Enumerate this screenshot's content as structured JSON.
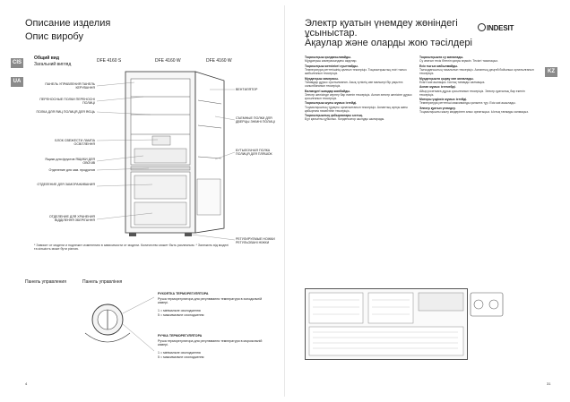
{
  "left": {
    "title_line1": "Описание изделия",
    "title_line2": "Опис виробу",
    "tabs": [
      {
        "label": "CIS",
        "color": "#8a8a8a"
      },
      {
        "label": "UA",
        "color": "#8a8a8a"
      }
    ],
    "overview_ru": "Общий вид",
    "overview_ua": "Загальний вигляд",
    "models": [
      "DFE 4160 S",
      "DFE 4160 W",
      "DFE 4160 W"
    ],
    "left_labels": [
      "ПАНЕЛЬ УПРАВЛЕНИЯ ПАНЕЛЬ КЕРУВАННЯ",
      "ПЕРЕНОСНЫЕ ПОЛКИ ПЕРЕНОСНІ ПОЛИЦІ",
      "ПОЛКА ДЛЯ ЯИЦ ПОЛИЦЯ ДЛЯ ЯЄЦЬ",
      "БЛОК СВЕЖЕСТИ ЛАМПА ОСВІТЛЕННЯ",
      "Ящики для фруктов ЯЩИКИ ДЛЯ ОВОЧІВ",
      "Отделение для зам. продуктов",
      "ОТДЕЛЕНИЕ ДЛЯ ЗАМОРАЖИВАНИЯ",
      "ОТДЕЛЕНИЕ ДЛЯ ХРАНЕНИЯ ВІДДІЛЕННЯ ЗБЕРІГАННЯ"
    ],
    "right_labels": [
      "ВЕНТИЛЯТОР",
      "СЪЕМНЫЕ ПОЛКИ ДЛЯ ДВЕРЦЫ ЗНІМНІ ПОЛИЦІ",
      "БУТЫЛОЧНАЯ ПОЛКА ПОЛИЦЯ ДЛЯ ПЛЯШОК",
      "РЕГУЛИРУЕМЫЕ НОЖКИ РЕГУЛЬОВАНІ НІЖКИ"
    ],
    "note": "* Зависит от модели и подлежит изменению в зависимости от модели. Количество может быть различным.  * Залежить від моделі та кількість може бути різною.",
    "control_panel_ru": "Панель управления",
    "control_panel_ua": "Панель управління",
    "knob1_title": "РУКОЯТКА ТЕРМОРЕГУЛЯТОРА",
    "knob1_text": "Ручка терморегулятора для регулювання температури в холодильній камері.",
    "knob1_items": [
      "1 = мінімальне охолодження",
      "5 = максимальне охолодження"
    ],
    "knob2_title": "РУЧКА ТЕРМОРЕГУЛЯТОРА",
    "knob2_text": "Ручка терморегулятора для регулювання температури в морозильній камері.",
    "knob2_items": [
      "1 = мінімальне охолодження",
      "5 = максимальне охолодження"
    ],
    "page_number": "4"
  },
  "right": {
    "title_line1": "Электр қуатын үнемдеу жөніндегі",
    "title_line2": "ұсыныстар.",
    "title_line3": "Ақаулар және оларды жою тәсілдері",
    "logo": "INDESIT",
    "tab": {
      "label": "KZ",
      "color": "#8a8a8a"
    },
    "col1": [
      {
        "h": "Тоңазытқыш қолданылмайды.",
        "t": "Мұздатқыш камерасындағы ақаулар."
      },
      {
        "h": "Тоңазытқыш жеткілікті суытпайды.",
        "t": "Температура реттегішінің қалпын тексеріңіз. Тоңазытқыштың есігі тығыз жабылғанын тексеріңіз."
      },
      {
        "h": "Мұздатқыш камерасы.",
        "t": "Тағамдар дұрыс суытылмаған. Азық-түліктің көп мөлшері бір уақытта салынбағанын тексеріңіз."
      },
      {
        "h": "Бөлмедегі шамдар жанбайды.",
        "t": "Электр желісінде кернеу бар екенін тексеріңіз. Аспап электр желісіне дұрыс қосылғанын тексеріңіз."
      },
      {
        "h": "Тоңазытқыш шулы жұмыс істейді.",
        "t": "Тоңазытқыштың тұрақты орнатылғанын тексеріңіз. Аспаптың артқы жағы қабырғаға тимейтінін тексеріңіз."
      },
      {
        "h": "Тоңазытқыштың қабырғалары ыстық.",
        "t": "Бұл қалыпты құбылыс. Конденсатор жылуды шығарады."
      }
    ],
    "col2": [
      {
        "h": "Тоңазытқышта су жиналады.",
        "t": "Су ағатын тесік бітеліп қалуы мүмкін. Тесікті тазалаңыз."
      },
      {
        "h": "Есік тығыз жабылмайды.",
        "t": "Тығыздағыштың тазалығын тексеріңіз. Аспаптың деңгей бойынша орнатылғанын тексеріңіз."
      },
      {
        "h": "Мұздатқышта қырау көп жиналады.",
        "t": "Есікті жиі ашпаңыз. Ыстық тағамды салмаңыз."
      },
      {
        "h": "Аспап жұмыс істемейді.",
        "t": "Айыр розеткаға дұрыс қосылғанын тексеріңіз. Электр қуатының бар екенін тексеріңіз."
      },
      {
        "h": "Моторы үздіксіз жұмыс істейді.",
        "t": "Температура реттегіші максималды қалыпта тұр. Есік жиі ашылады."
      },
      {
        "h": "Электр қуатын үнемдеу.",
        "t": "Тоңазытқышты жылу көздерінен алыс орнатыңыз. Ыстық тағамды салмаңыз."
      }
    ],
    "page_number": "31"
  }
}
